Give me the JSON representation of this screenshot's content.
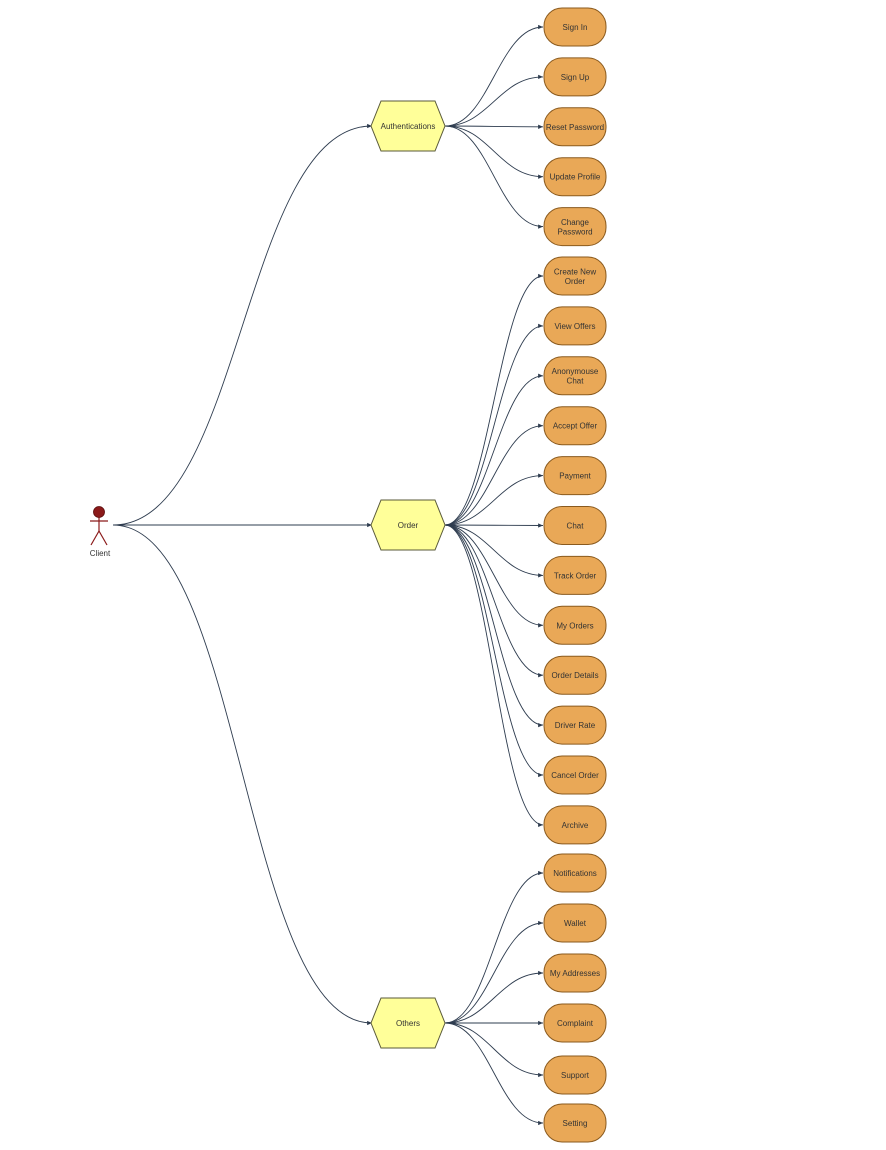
{
  "actor": {
    "label": "Client"
  },
  "groups": [
    {
      "label": "Authentications",
      "children": [
        [
          "Sign In"
        ],
        [
          "Sign Up"
        ],
        [
          "Reset Password"
        ],
        [
          "Update Profile"
        ],
        [
          "Change",
          "Password"
        ]
      ]
    },
    {
      "label": "Order",
      "children": [
        [
          "Create New",
          "Order"
        ],
        [
          "View Offers"
        ],
        [
          "Anonymouse",
          "Chat"
        ],
        [
          "Accept Offer"
        ],
        [
          "Payment"
        ],
        [
          "Chat"
        ],
        [
          "Track Order"
        ],
        [
          "My Orders"
        ],
        [
          "Order Details"
        ],
        [
          "Driver Rate"
        ],
        [
          "Cancel Order"
        ],
        [
          "Archive"
        ]
      ]
    },
    {
      "label": "Others",
      "children": [
        [
          "Notifications"
        ],
        [
          "Wallet"
        ],
        [
          "My Addresses"
        ],
        [
          "Complaint"
        ],
        [
          "Support"
        ],
        [
          "Setting"
        ]
      ]
    }
  ],
  "colors": {
    "hexagon_fill": "#ffff99",
    "use_case_fill": "#e9a857",
    "actor": "#8b1a1a",
    "edges": "#2e3c4f"
  }
}
